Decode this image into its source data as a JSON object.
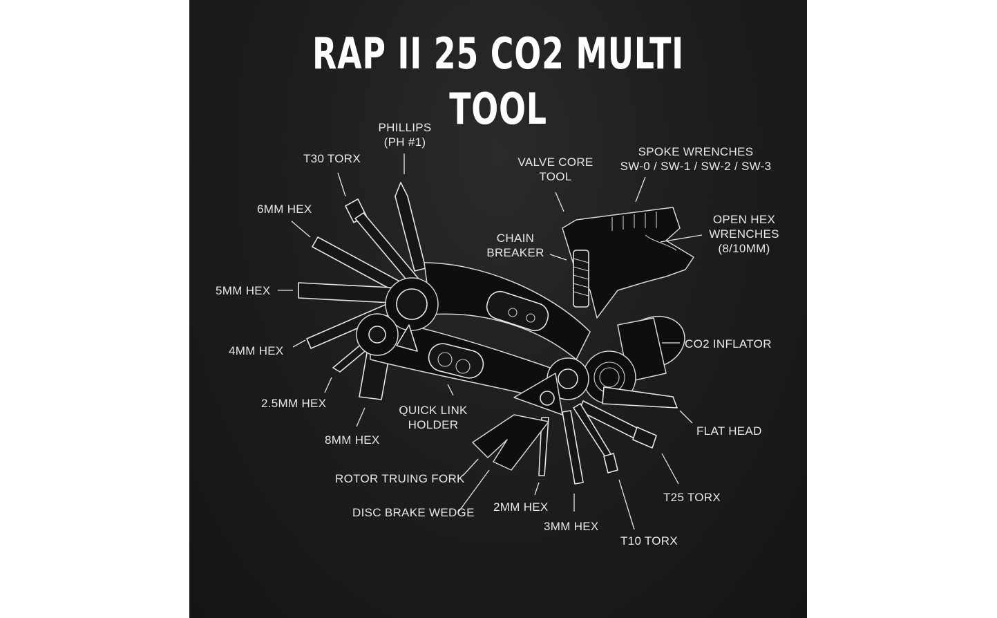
{
  "title": "RAP II 25 CO2 MULTI TOOL",
  "colors": {
    "background": "#1b1b1b",
    "text": "#ffffff",
    "line": "#e6e6e6",
    "page": "#ffffff"
  },
  "labels": {
    "phillips": [
      "PHILLIPS",
      "(PH #1)"
    ],
    "t30_torx": "T30 TORX",
    "hex_6mm": "6MM HEX",
    "hex_5mm": "5MM HEX",
    "hex_4mm": "4MM HEX",
    "hex_2_5mm": "2.5MM HEX",
    "hex_8mm": "8MM HEX",
    "valve_core_tool": [
      "VALVE CORE",
      "TOOL"
    ],
    "spoke_wrenches": [
      "SPOKE WRENCHES",
      "SW-0 / SW-1 / SW-2 / SW-3"
    ],
    "open_hex_wrenches": [
      "OPEN HEX",
      "WRENCHES",
      "(8/10MM)"
    ],
    "chain_breaker": [
      "CHAIN",
      "BREAKER"
    ],
    "co2_inflator": "CO2 INFLATOR",
    "quick_link_holder": [
      "QUICK LINK",
      "HOLDER"
    ],
    "flat_head": "FLAT HEAD",
    "t25_torx": "T25 TORX",
    "rotor_truing_fork": "ROTOR TRUING FORK",
    "disc_brake_wedge": "DISC BRAKE WEDGE",
    "hex_2mm": "2MM HEX",
    "hex_3mm": "3MM HEX",
    "t10_torx": "T10 TORX"
  },
  "icons": {
    "tool_illustration": "multi-tool-illustration"
  }
}
